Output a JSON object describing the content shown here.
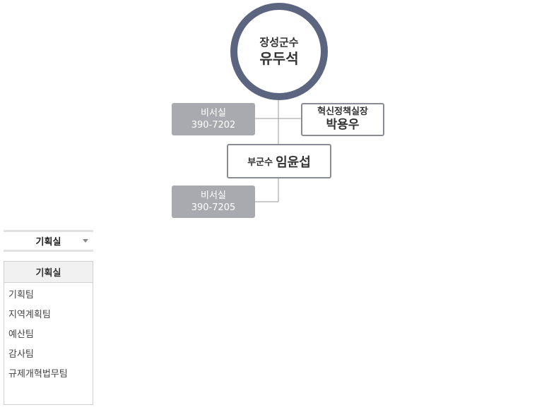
{
  "head": {
    "title": "장성군수",
    "name": "유두석"
  },
  "secretary_1": {
    "label": "비서실",
    "phone": "390-7202"
  },
  "innovation": {
    "title": "혁신정책실장",
    "name": "박용우"
  },
  "deputy": {
    "title": "부군수",
    "name": "임윤섭"
  },
  "secretary_2": {
    "label": "비서실",
    "phone": "390-7205"
  },
  "department_select": {
    "selected": "기획실"
  },
  "department_panel": {
    "header": "기획실",
    "teams": [
      "기획팀",
      "지역계획팀",
      "예산팀",
      "감사팀",
      "규제개혁법무팀"
    ]
  },
  "colors": {
    "circle_border": "#5b6580",
    "gray_box": "#a9aab0",
    "outline_border": "#8a8c93",
    "connector_line": "#9a9a9a"
  }
}
